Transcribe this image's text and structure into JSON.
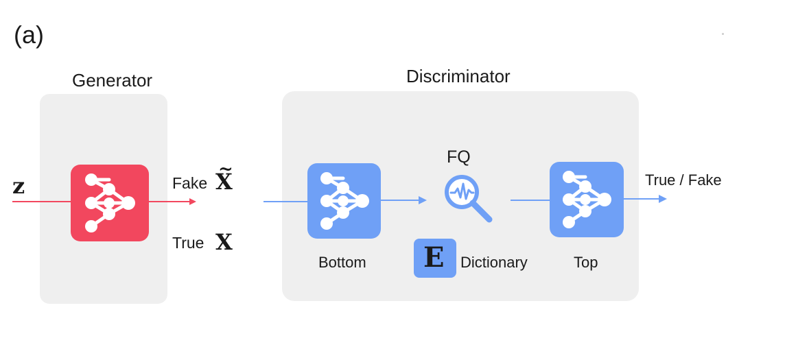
{
  "subfigure_label": "(a)",
  "generator": {
    "title": "Generator",
    "network_icon": "neural-network-icon",
    "color": "#f2475e"
  },
  "discriminator": {
    "title": "Discriminator",
    "bottom_label": "Bottom",
    "top_label": "Top",
    "fq_label": "FQ",
    "fq_icon": "magnifier-waveform-icon",
    "dictionary_symbol": "E",
    "dictionary_label": "Dictionary",
    "color": "#6fa0f6"
  },
  "inputs": {
    "z_symbol": "z",
    "fake_label": "Fake",
    "fake_symbol": "X",
    "fake_tilde": "~",
    "true_label": "True",
    "true_symbol": "X"
  },
  "output": {
    "label": "True / Fake"
  },
  "colors": {
    "panel_bg": "#efefef",
    "red_arrow": "#f2475e",
    "blue_arrow": "#6fa0f6"
  }
}
